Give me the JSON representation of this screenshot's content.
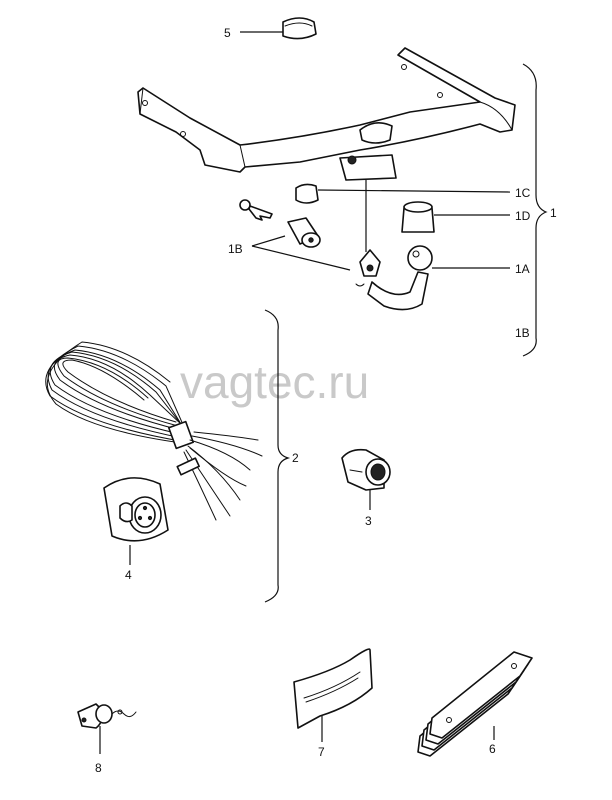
{
  "watermark": "vagtec.ru",
  "labels": {
    "p5": "5",
    "p1c": "1C",
    "p1d": "1D",
    "p1": "1",
    "p1b_left": "1B",
    "p1a": "1A",
    "p1b_right": "1B",
    "p2": "2",
    "p3": "3",
    "p4": "4",
    "p7": "7",
    "p6": "6",
    "p8": "8"
  }
}
